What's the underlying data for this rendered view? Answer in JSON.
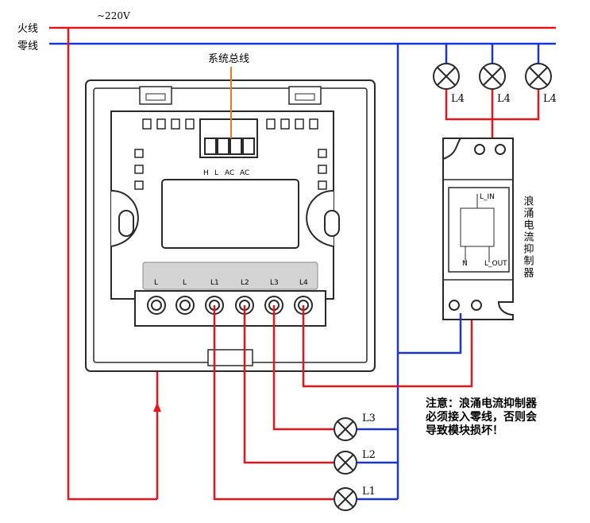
{
  "mains": {
    "live_label": "火线",
    "neutral_label": "零线",
    "voltage_label": "~220V"
  },
  "bus": {
    "label": "系统总线",
    "terminals": [
      "H",
      "L",
      "AC",
      "AC"
    ]
  },
  "output_terminals": [
    "L",
    "L",
    "L1",
    "L2",
    "L3",
    "L4"
  ],
  "lamps": {
    "top": [
      "L4",
      "L4",
      "L4"
    ],
    "bottom": [
      "L3",
      "L2",
      "L1"
    ]
  },
  "suppressor": {
    "label": "浪涌电流抑制器",
    "top_term": "L_IN",
    "bottom_left": "N",
    "bottom_right": "L_OUT"
  },
  "note": {
    "lines": [
      "注意：浪涌电流抑制器",
      "必须接入零线，否则会",
      "导致模块损坏！"
    ]
  },
  "colors": {
    "live": "#e8141b",
    "neutral": "#1b34d6",
    "bus_wire": "#f07820",
    "device": "#333333"
  }
}
